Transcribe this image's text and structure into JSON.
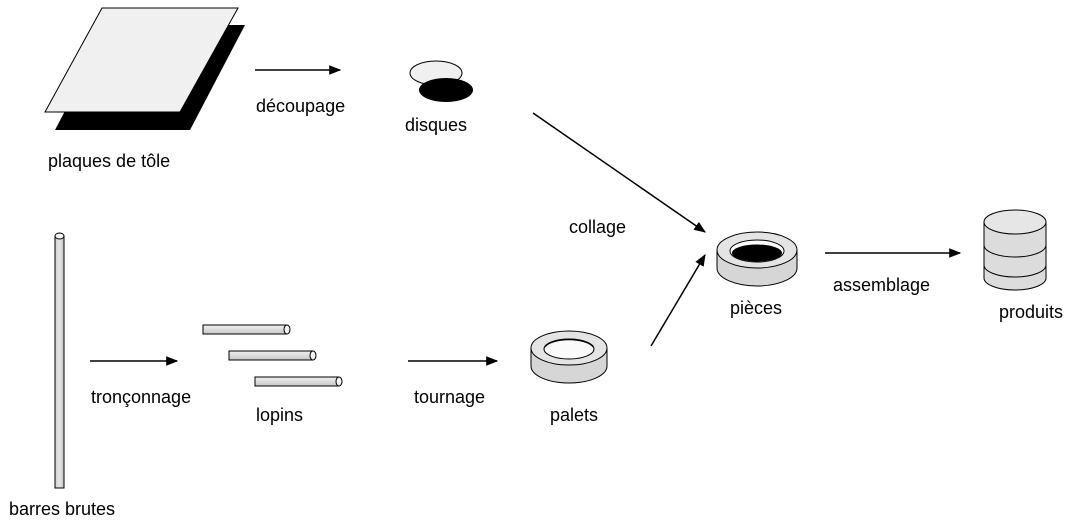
{
  "labels": {
    "plaques_tole": "plaques de tôle",
    "decoupage": "découpage",
    "disques": "disques",
    "collage": "collage",
    "pieces": "pièces",
    "assemblage": "assemblage",
    "produits": "produits",
    "troncconnage": "tronçonnage",
    "lopins": "lopins",
    "tournage": "tournage",
    "palets": "palets",
    "barres_brutes": "barres brutes"
  },
  "colors": {
    "stroke": "#000000",
    "fill_light": "#e6e6e6",
    "fill_mid": "#d9d9d9",
    "fill_dark": "#000000",
    "background": "#ffffff"
  }
}
